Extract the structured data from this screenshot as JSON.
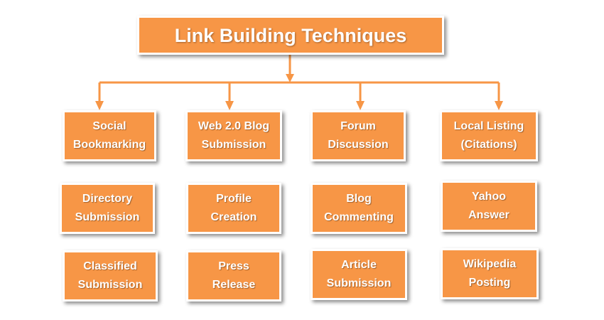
{
  "title": "Link Building Techniques",
  "columns": [
    {
      "top": [
        "Social",
        "Bookmarking"
      ],
      "items": [
        [
          "Directory",
          "Submission"
        ],
        [
          "Classified",
          "Submission"
        ]
      ]
    },
    {
      "top": [
        "Web 2.0 Blog",
        "Submission"
      ],
      "items": [
        [
          "Profile",
          "Creation"
        ],
        [
          "Press",
          "Release"
        ]
      ]
    },
    {
      "top": [
        "Forum",
        "Discussion"
      ],
      "items": [
        [
          "Blog",
          "Commenting"
        ],
        [
          "Article",
          "Submission"
        ]
      ]
    },
    {
      "top": [
        "Local Listing",
        "(Citations)"
      ],
      "items": [
        [
          "Yahoo",
          "Answer"
        ],
        [
          "Wikipedia",
          "Posting"
        ]
      ]
    }
  ],
  "colors": {
    "box_fill": "#f79646",
    "connector": "#f79646",
    "text": "#ffffff"
  }
}
